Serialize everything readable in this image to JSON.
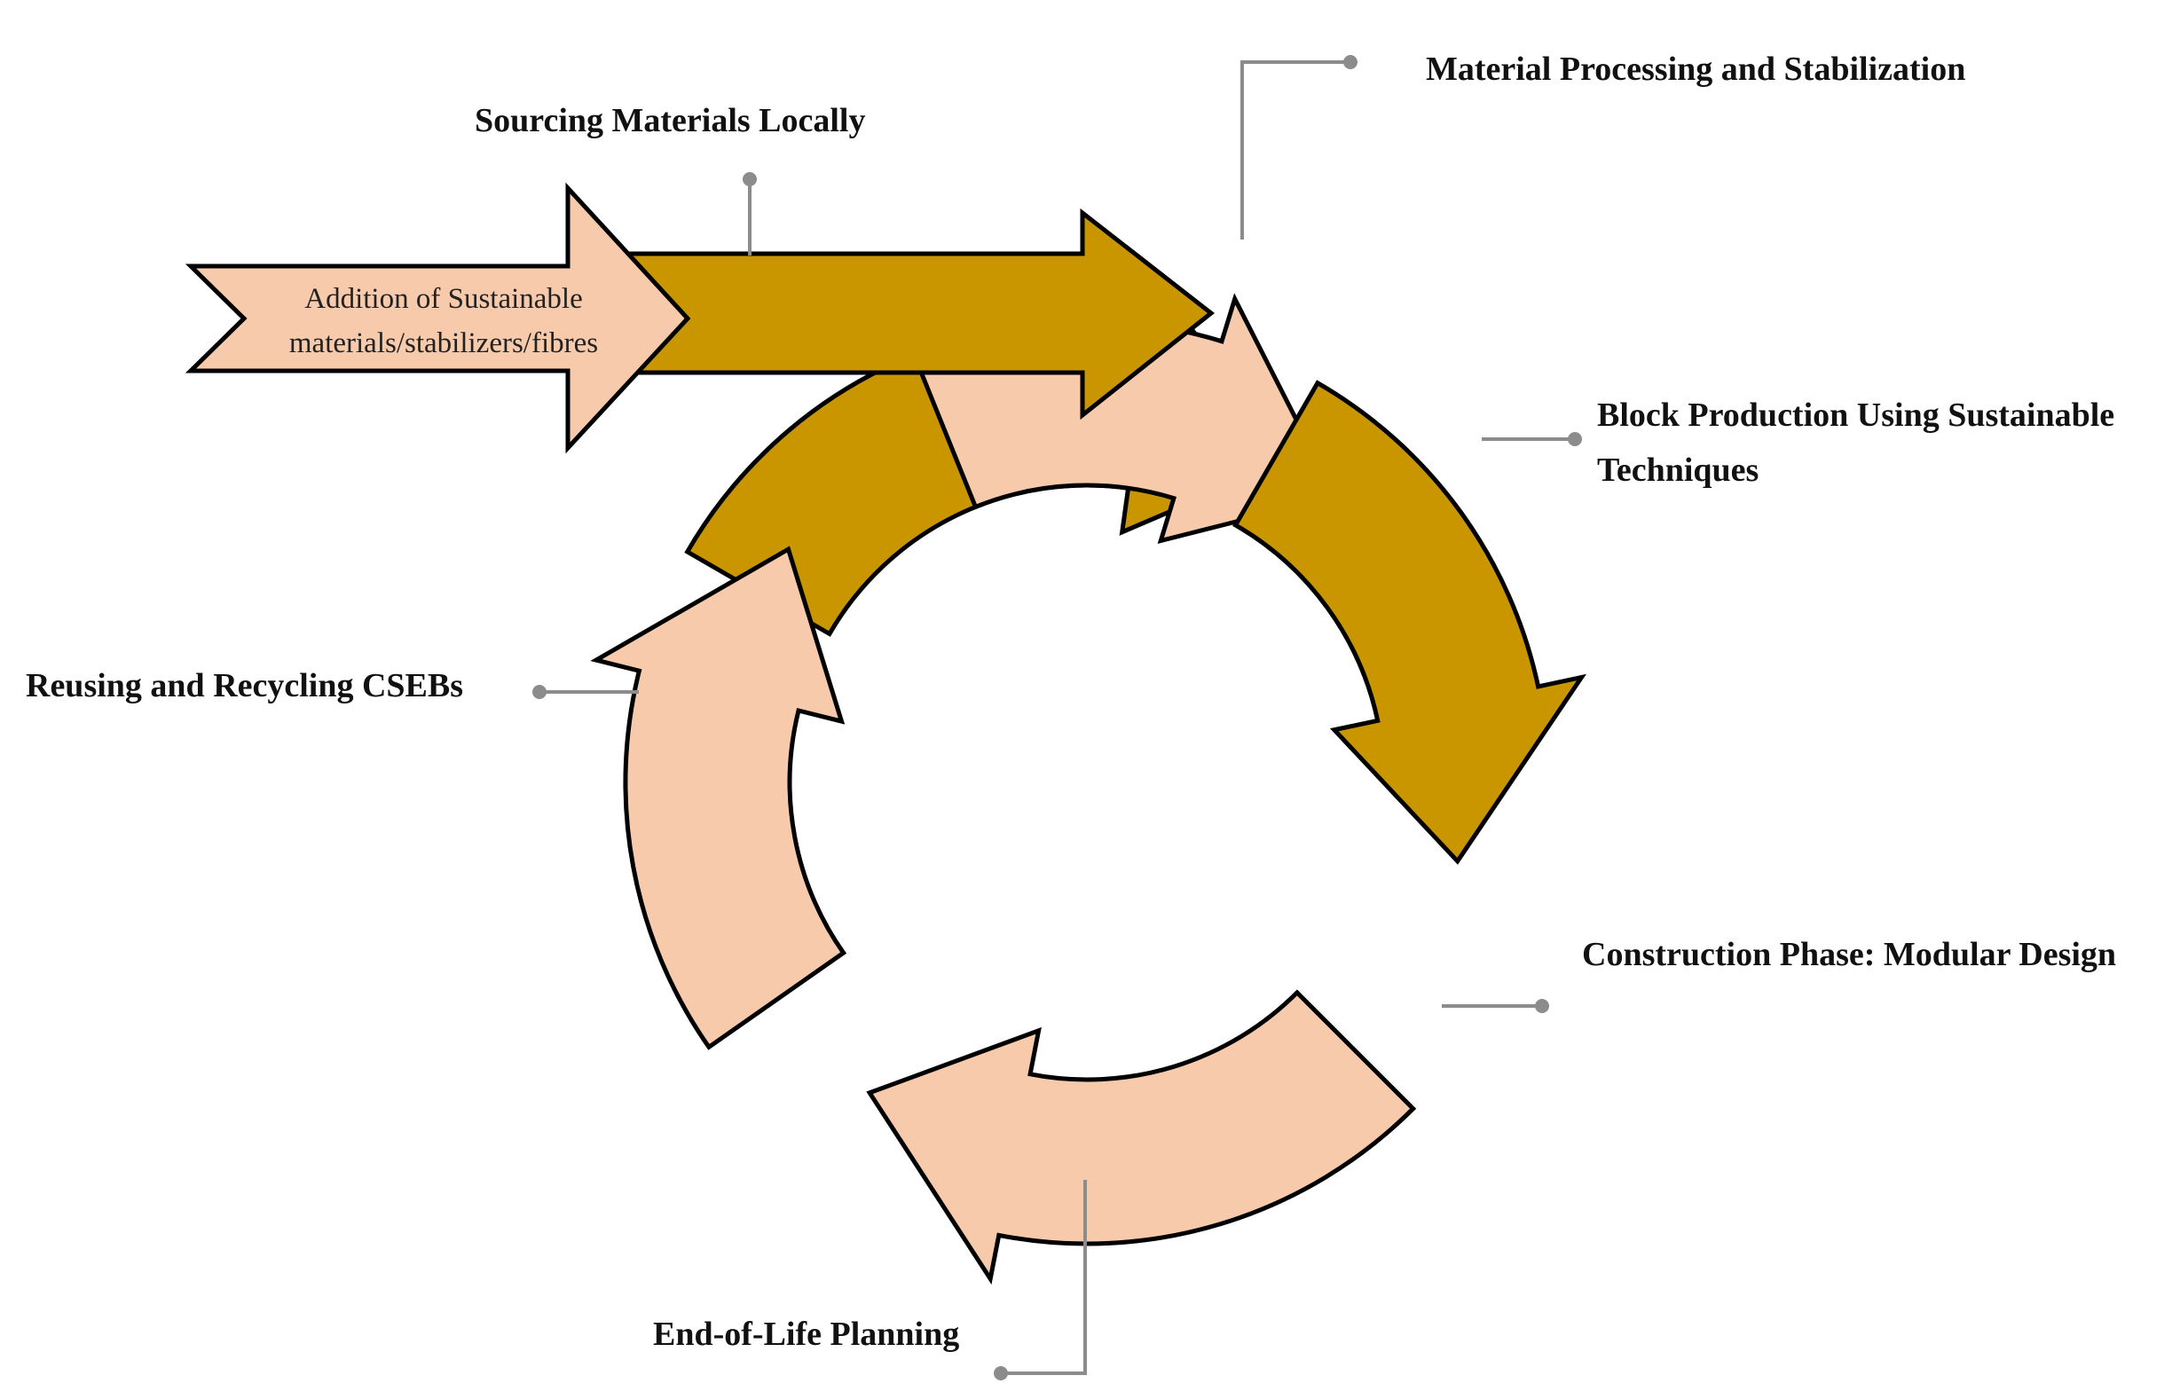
{
  "input_arrow": {
    "line1": "Addition of Sustainable",
    "line2": "materials/stabilizers/fibres"
  },
  "stages": [
    {
      "label": "Sourcing Materials Locally"
    },
    {
      "label": "Material Processing and Stabilization"
    },
    {
      "label_line1": "Block Production Using Sustainable",
      "label_line2": "Techniques"
    },
    {
      "label": "Construction Phase: Modular Design"
    },
    {
      "label": "End-of-Life Planning"
    },
    {
      "label": "Reusing and Recycling CSEBs"
    }
  ],
  "colors": {
    "gold": "#C99600",
    "peach": "#F7CAAC",
    "outline": "#000000",
    "connector": "#8C8C8C"
  }
}
